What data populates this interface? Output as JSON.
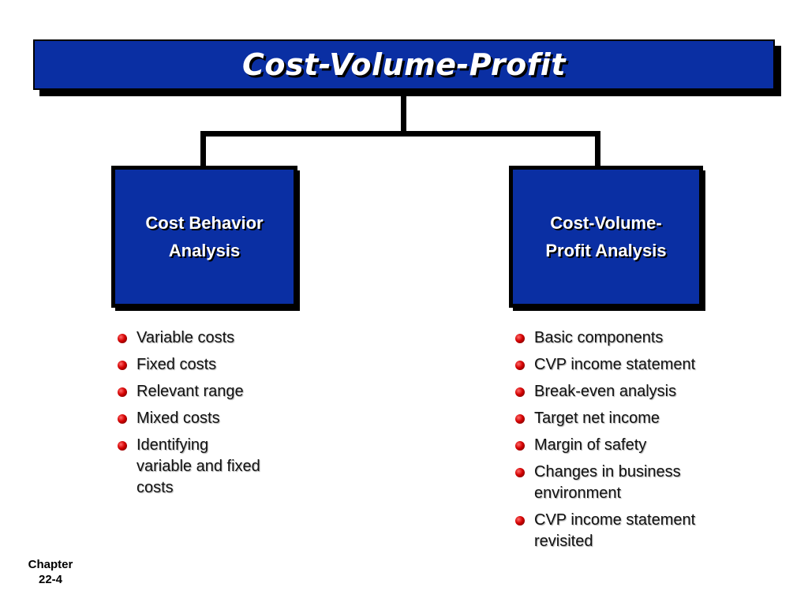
{
  "title": "Cost-Volume-Profit",
  "nodes": [
    {
      "label": "Cost Behavior\nAnalysis",
      "items": [
        "Variable costs",
        "Fixed costs",
        "Relevant range",
        "Mixed costs",
        "Identifying\nvariable and fixed\ncosts"
      ]
    },
    {
      "label": "Cost-Volume-\nProfit Analysis",
      "items": [
        "Basic components",
        "CVP income statement",
        "Break-even analysis",
        "Target net income",
        "Margin of safety",
        "Changes in business\nenvironment",
        "CVP income statement\nrevisited"
      ]
    }
  ],
  "footer": {
    "line1": "Chapter",
    "line2": "22-4"
  },
  "colors": {
    "box_fill": "#0a2fa3",
    "bullet": "#d40000"
  }
}
